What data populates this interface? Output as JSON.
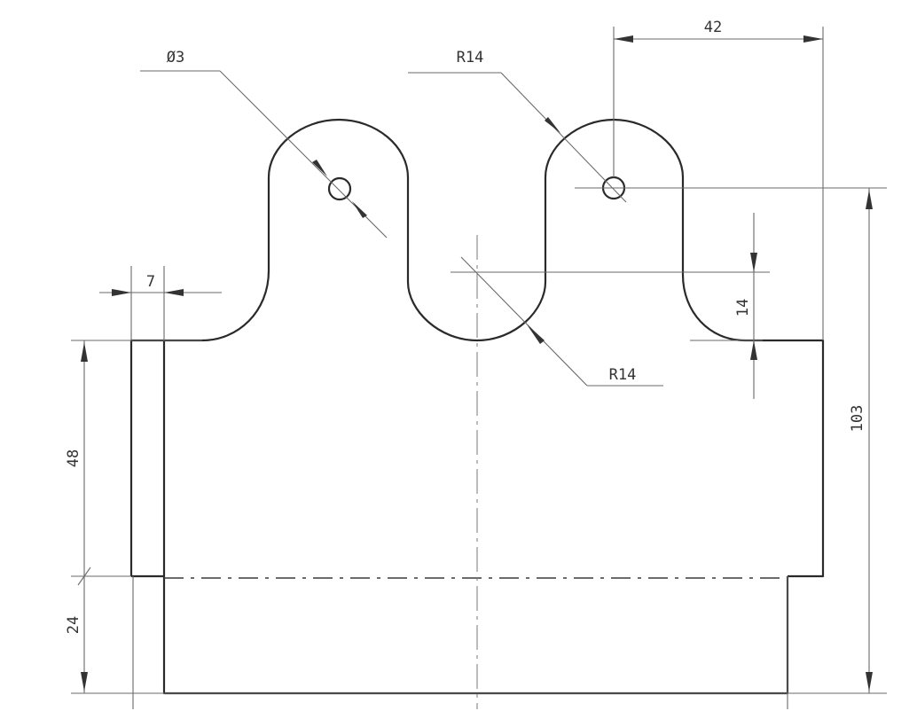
{
  "dimensions": {
    "hole_diameter": "Ø3",
    "radius_top": "R14",
    "radius_bottom": "R14",
    "width_right": "42",
    "tab_width": "7",
    "notch_height": "14",
    "total_height": "103",
    "upper_height": "48",
    "lower_height": "24"
  },
  "colors": {
    "line": "#2a2a2a",
    "construction": "#6a6a6a",
    "background": "#ffffff"
  }
}
